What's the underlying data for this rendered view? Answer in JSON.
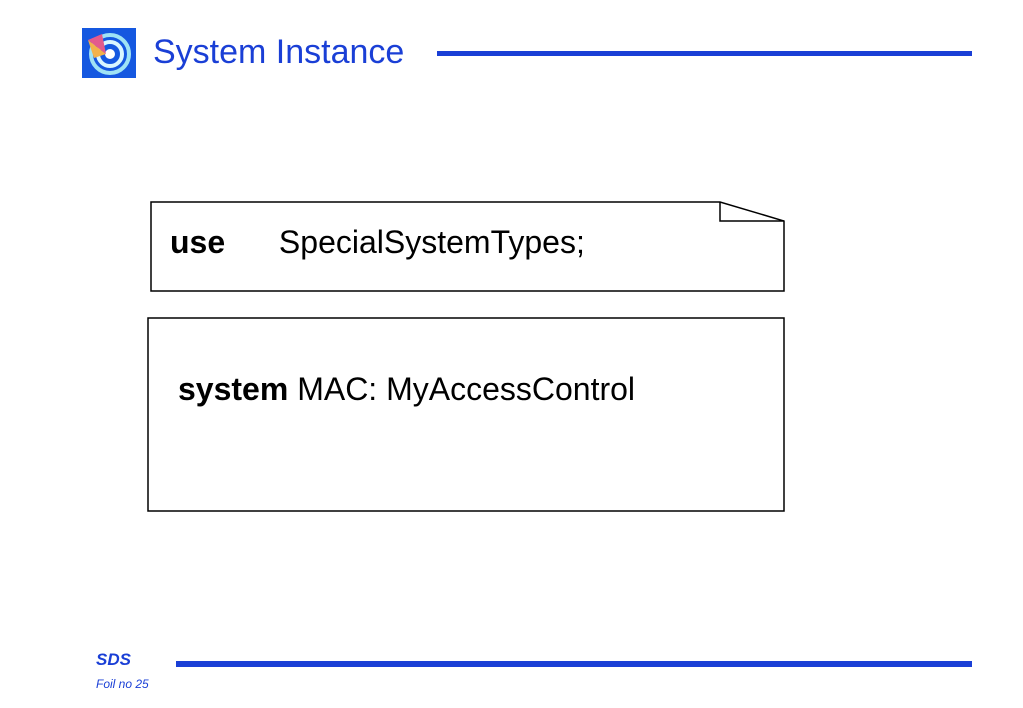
{
  "header": {
    "title": "System Instance",
    "logo_icon": "target-logo-icon",
    "accent_color": "#1a3fd6"
  },
  "package_reference": {
    "keyword": "use",
    "name": "SpecialSystemTypes;"
  },
  "system_definition": {
    "keyword": "system",
    "declaration": "MAC: MyAccessControl"
  },
  "footer": {
    "brand": "SDS",
    "foil": "Foil no 25"
  }
}
